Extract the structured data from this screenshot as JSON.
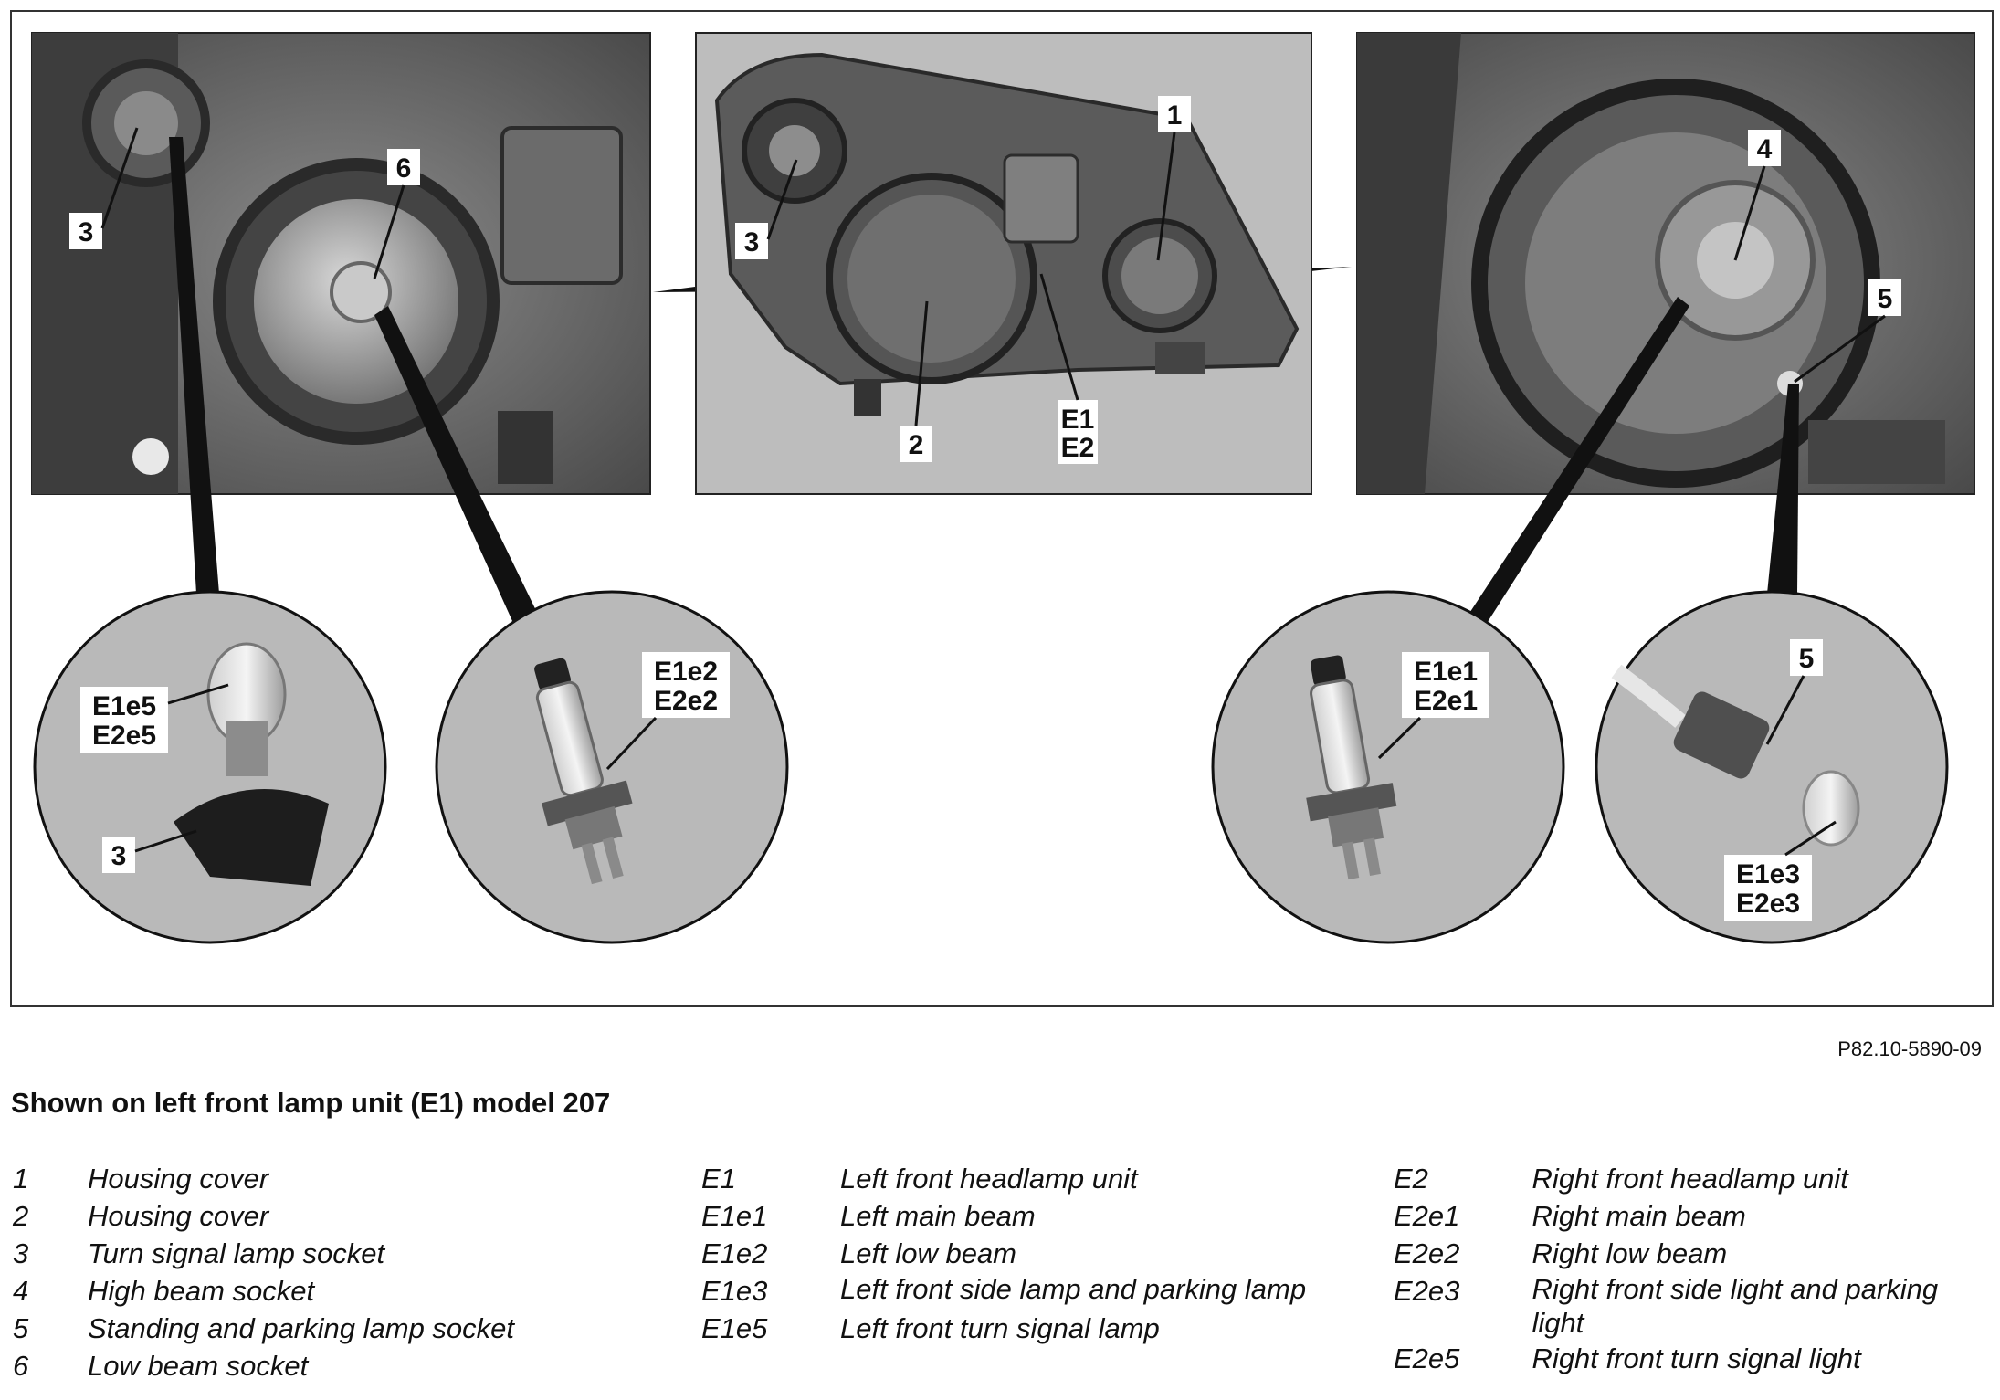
{
  "figure": {
    "callouts": {
      "p1_3": "3",
      "p1_6": "6",
      "p2_1": "1",
      "p2_3": "3",
      "p2_2": "2",
      "p2_E1": "E1",
      "p2_E2": "E2",
      "p3_4": "4",
      "p3_5": "5",
      "c1_a": "E1e5",
      "c1_b": "E2e5",
      "c1_3": "3",
      "c2_a": "E1e2",
      "c2_b": "E2e2",
      "c3_a": "E1e1",
      "c3_b": "E2e1",
      "c4_5": "5",
      "c4_a": "E1e3",
      "c4_b": "E2e3"
    }
  },
  "reference": "P82.10-5890-09",
  "caption": "Shown on left front lamp unit (E1) model 207",
  "legend": {
    "col1": [
      {
        "key": "1",
        "value": "Housing cover"
      },
      {
        "key": "2",
        "value": "Housing cover"
      },
      {
        "key": "3",
        "value": "Turn signal lamp socket"
      },
      {
        "key": "4",
        "value": "High beam socket"
      },
      {
        "key": "5",
        "value": "Standing and parking lamp socket"
      },
      {
        "key": "6",
        "value": "Low beam socket"
      }
    ],
    "col2": [
      {
        "key": "E1",
        "value": "Left front headlamp unit"
      },
      {
        "key": "E1e1",
        "value": "Left main beam"
      },
      {
        "key": "E1e2",
        "value": "Left low beam"
      },
      {
        "key": "E1e3",
        "value": "Left front side lamp and parking lamp"
      },
      {
        "key": "E1e5",
        "value": "Left front turn signal lamp"
      }
    ],
    "col3": [
      {
        "key": "E2",
        "value": "Right front headlamp unit"
      },
      {
        "key": "E2e1",
        "value": "Right main beam"
      },
      {
        "key": "E2e2",
        "value": "Right low beam"
      },
      {
        "key": "E2e3",
        "value": "Right front side light and parking light"
      },
      {
        "key": "E2e5",
        "value": "Right front turn signal light"
      }
    ]
  }
}
